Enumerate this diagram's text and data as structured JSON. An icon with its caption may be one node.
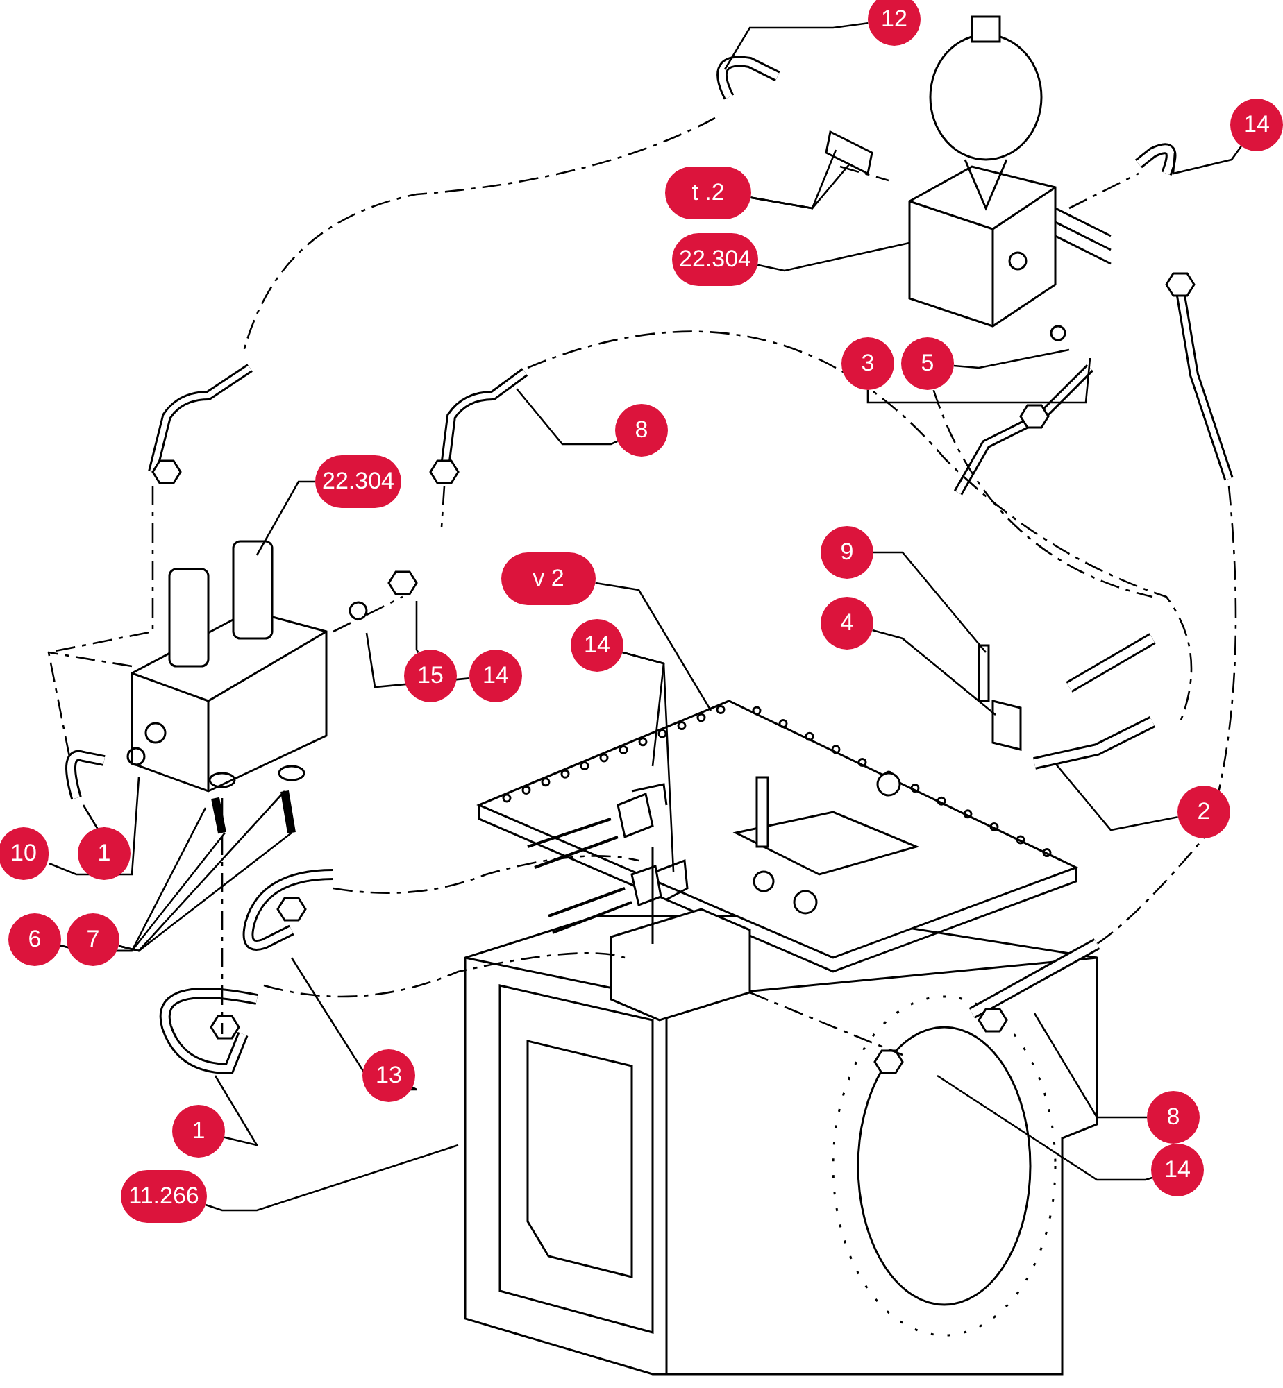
{
  "diagram": {
    "nodes": [
      {
        "text": [
          "12"
        ]
      },
      {
        "text": [
          "t .2"
        ]
      },
      {
        "text": [
          "22.304"
        ]
      },
      {
        "text": [
          "14"
        ]
      },
      {
        "text": [
          "3"
        ]
      },
      {
        "text": [
          "5"
        ]
      },
      {
        "text": [
          "8"
        ]
      },
      {
        "text": [
          "22.304"
        ]
      },
      {
        "text": [
          "9"
        ]
      },
      {
        "text": [
          "v 2"
        ]
      },
      {
        "text": [
          "4"
        ]
      },
      {
        "text": [
          "14"
        ]
      },
      {
        "text": [
          "15"
        ]
      },
      {
        "text": [
          "14"
        ]
      },
      {
        "text": [
          "2"
        ]
      },
      {
        "text": [
          "10"
        ]
      },
      {
        "text": [
          "1"
        ]
      },
      {
        "text": [
          "6"
        ]
      },
      {
        "text": [
          "7"
        ]
      },
      {
        "text": [
          "13"
        ]
      },
      {
        "text": [
          "8"
        ]
      },
      {
        "text": [
          "1"
        ]
      },
      {
        "text": [
          "14"
        ]
      },
      {
        "text": [
          "11.266"
        ]
      }
    ],
    "edges": [
      {
        "from": 0,
        "to": null,
        "arrow": "none"
      },
      {
        "from": 1,
        "to": null,
        "arrow": "none"
      },
      {
        "from": 1,
        "to": null,
        "arrow": "none"
      },
      {
        "from": 2,
        "to": null,
        "arrow": "none"
      },
      {
        "from": 3,
        "to": null,
        "arrow": "none"
      },
      {
        "from": 4,
        "to": null,
        "arrow": "none"
      },
      {
        "from": 5,
        "to": null,
        "arrow": "none"
      },
      {
        "from": 6,
        "to": null,
        "arrow": "none"
      },
      {
        "from": 7,
        "to": null,
        "arrow": "none"
      },
      {
        "from": 8,
        "to": null,
        "arrow": "none"
      },
      {
        "from": 9,
        "to": null,
        "arrow": "none"
      },
      {
        "from": 10,
        "to": null,
        "arrow": "none"
      },
      {
        "from": 11,
        "to": null,
        "arrow": "none"
      },
      {
        "from": 11,
        "to": null,
        "arrow": "none"
      },
      {
        "from": 12,
        "to": null,
        "arrow": "none"
      },
      {
        "from": 13,
        "to": null,
        "arrow": "none"
      },
      {
        "from": 14,
        "to": null,
        "arrow": "none"
      },
      {
        "from": 15,
        "to": null,
        "arrow": "none"
      },
      {
        "from": 16,
        "to": null,
        "arrow": "none"
      },
      {
        "from": 17,
        "to": null,
        "arrow": "none"
      },
      {
        "from": 17,
        "to": null,
        "arrow": "none"
      },
      {
        "from": 18,
        "to": null,
        "arrow": "none"
      },
      {
        "from": 18,
        "to": null,
        "arrow": "none"
      },
      {
        "from": 19,
        "to": null,
        "arrow": "none"
      },
      {
        "from": 20,
        "to": null,
        "arrow": "none"
      },
      {
        "from": 21,
        "to": null,
        "arrow": "none"
      },
      {
        "from": 22,
        "to": null,
        "arrow": "none"
      },
      {
        "from": 23,
        "to": null,
        "arrow": "none"
      }
    ]
  }
}
